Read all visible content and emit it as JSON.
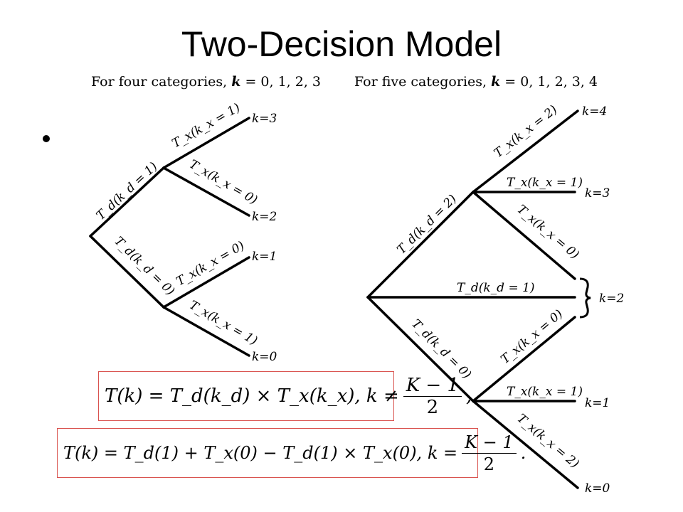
{
  "slide": {
    "title": "Two-Decision Model"
  },
  "left_tree": {
    "caption_prefix": "For four categories,",
    "caption_var": "k",
    "caption_values": " = 0, 1, 2, 3",
    "branches": {
      "td1": "T_d(k_d = 1)",
      "td0": "T_d(k_d = 0)",
      "tx_top1": "T_x(k_x = 1)",
      "tx_top0": "T_x(k_x = 0)",
      "tx_bot0": "T_x(k_x = 0)",
      "tx_bot1": "T_x(k_x = 1)"
    },
    "leaves": [
      "k=3",
      "k=2",
      "k=1",
      "k=0"
    ]
  },
  "right_tree": {
    "caption_prefix": "For five categories,",
    "caption_var": "k",
    "caption_values": " = 0, 1, 2, 3, 4",
    "branches": {
      "td2": "T_d(k_d = 2)",
      "td1": "T_d(k_d = 1)",
      "td0": "T_d(k_d = 0)",
      "tx_top2": "T_x(k_x = 2)",
      "tx_top1": "T_x(k_x = 1)",
      "tx_top0": "T_x(k_x = 0)",
      "tx_bot0": "T_x(k_x = 0)",
      "tx_bot1": "T_x(k_x = 1)",
      "tx_bot2": "T_x(k_x = 2)"
    },
    "leaves": [
      "k=4",
      "k=3",
      "k=2",
      "k=1",
      "k=0"
    ]
  },
  "formulas": {
    "f1_lhs": "T(k) = T_d(k_d) × T_x(k_x), k ≠",
    "f1_num": "K − 1",
    "f1_den": "2",
    "f1_tail": ",",
    "f2_lhs": "T(k) = T_d(1) + T_x(0) − T_d(1) × T_x(0), k =",
    "f2_num": "K − 1",
    "f2_den": "2",
    "f2_tail": "."
  }
}
